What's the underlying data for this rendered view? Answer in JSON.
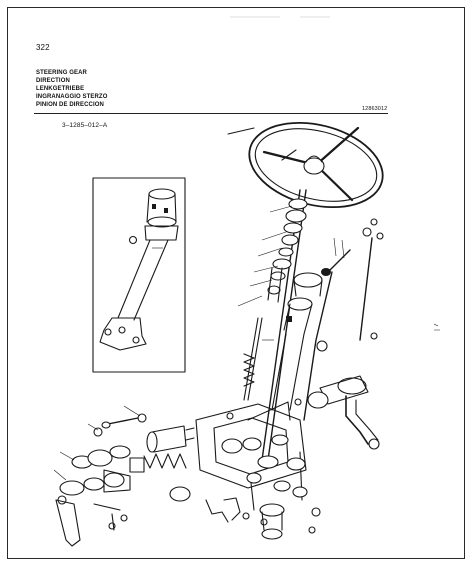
{
  "header": {
    "plate_number": "322",
    "titles": [
      "STEERING GEAR",
      "DIRECTION",
      "LENKGETRIEBE",
      "INGRANAGGIO STERZO",
      "PINION DE DIRECCION"
    ],
    "reference_code": "12863012",
    "part_code": "3–1285–012–A"
  },
  "colors": {
    "ink": "#1a1a1a",
    "paper": "#ffffff"
  }
}
